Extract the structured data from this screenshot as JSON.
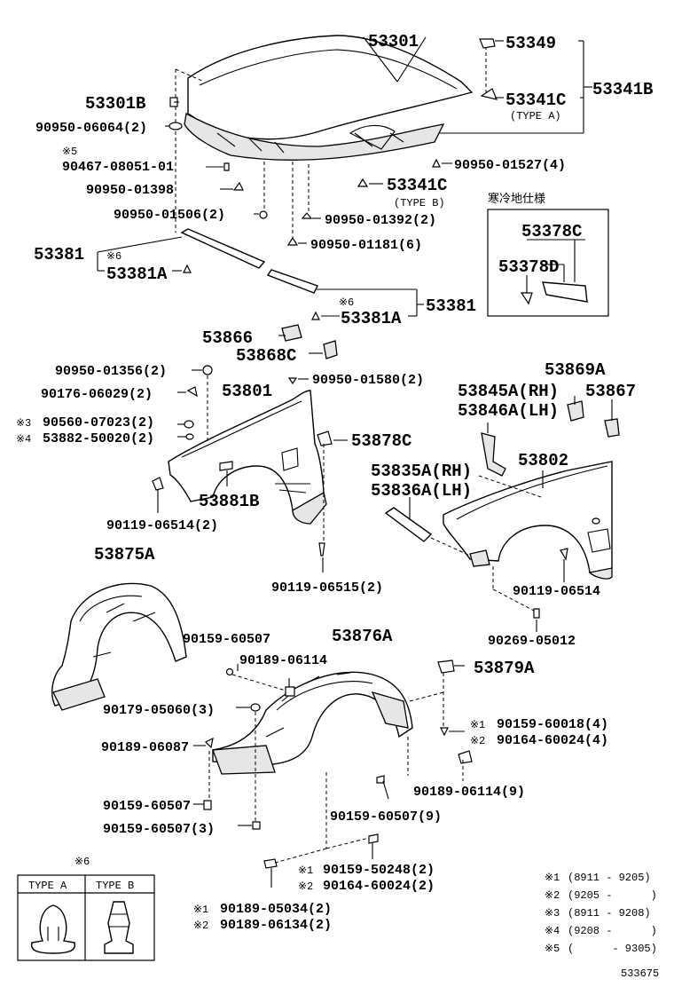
{
  "labels": {
    "l53301": "53301",
    "l53349": "53349",
    "l53341B": "53341B",
    "l53341C_a": "53341C",
    "typeA": "(TYPE A)",
    "l53301B": "53301B",
    "l9095006064": "90950-06064(2)",
    "note5": "※5",
    "l9046708051": "90467-08051-01",
    "l9095001527": "90950-01527(4)",
    "l9095001398": "90950-01398",
    "l53341C_b": "53341C",
    "typeB": "(TYPE B)",
    "l9095001506": "90950-01506(2)",
    "l9095001392": "90950-01392(2)",
    "l9095001181": "90950-01181(6)",
    "coldSpec": "寒冷地仕様",
    "l53378C": "53378C",
    "l53378D": "53378D",
    "l53381_left": "53381",
    "note6a": "※6",
    "l53381A_left": "53381A",
    "note6b": "※6",
    "l53381_right": "53381",
    "l53381A_right": "53381A",
    "l53866": "53866",
    "l53868C": "53868C",
    "l9095001356": "90950-01356(2)",
    "l9095001580": "90950-01580(2)",
    "l53869A": "53869A",
    "l9017606029": "90176-06029(2)",
    "l53801": "53801",
    "l53845A": "53845A(RH)",
    "l53867": "53867",
    "l53846A": "53846A(LH)",
    "note3": "※3",
    "l9056007023": "90560-07023(2)",
    "note4": "※4",
    "l5388250020": "53882-50020(2)",
    "l53878C": "53878C",
    "l53835A": "53835A(RH)",
    "l53802": "53802",
    "l53836A": "53836A(LH)",
    "l53881B": "53881B",
    "l9011906514_2": "90119-06514(2)",
    "l9011906515": "90119-06515(2)",
    "l53875A": "53875A",
    "l9011906514": "90119-06514",
    "l9026905012": "90269-05012",
    "l9015960507_a": "90159-60507",
    "l53876A": "53876A",
    "l9018906114_a": "90189-06114",
    "l53879A": "53879A",
    "l9017905060": "90179-05060(3)",
    "note1a": "※1",
    "l9015960018": "90159-60018(4)",
    "note2a": "※2",
    "l9016460024_a": "90164-60024(4)",
    "l9018906087": "90189-06087",
    "l9018906114_b": "90189-06114(9)",
    "l9015960507_b": "90159-60507",
    "l9015960507_c": "90159-60507(9)",
    "l9015960507_d": "90159-60507(3)",
    "note6c": "※6",
    "note1b": "※1",
    "l9015950248": "90159-50248(2)",
    "note2b": "※2",
    "l9016460024_b": "90164-60024(2)",
    "note1c": "※1",
    "l9018905034": "90189-05034(2)",
    "note2c": "※2",
    "l9018906134": "90189-06134(2)",
    "table_typeA": "TYPE A",
    "table_typeB": "TYPE B",
    "figure_id": "533675"
  },
  "footnotes": [
    {
      "mark": "※1",
      "range": "(8911 - 9205)"
    },
    {
      "mark": "※2",
      "range": "(9205 -      )"
    },
    {
      "mark": "※3",
      "range": "(8911 - 9208)"
    },
    {
      "mark": "※4",
      "range": "(9208 -      )"
    },
    {
      "mark": "※5",
      "range": "(      - 9305)"
    }
  ]
}
